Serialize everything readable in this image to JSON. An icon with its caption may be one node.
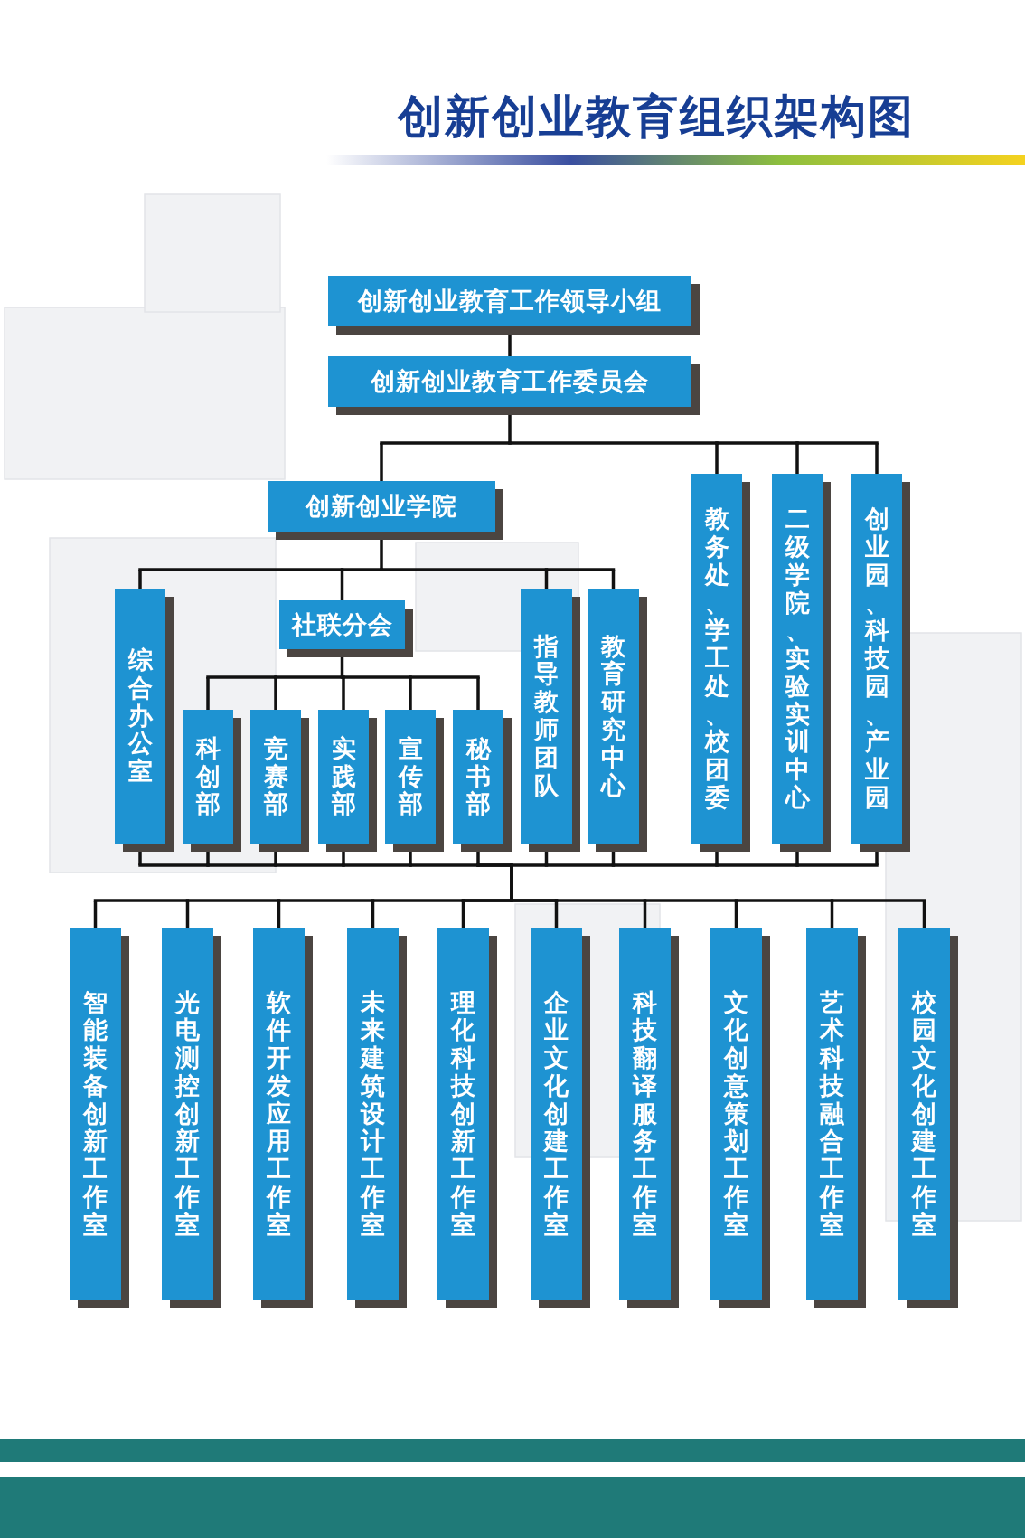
{
  "diagram": {
    "title": "创新创业教育组织架构图",
    "nodes": [
      {
        "text": [
          "创新创业教育工作领导小组"
        ]
      },
      {
        "text": [
          "创新创业教育工作委员会"
        ]
      },
      {
        "text": [
          "创新创业学院"
        ]
      },
      {
        "text": [
          "教务处、学工处、校团委"
        ]
      },
      {
        "text": [
          "二级学院、实验实训中心"
        ]
      },
      {
        "text": [
          "创业园、科技园、产业园"
        ]
      },
      {
        "text": [
          "综合办公室"
        ]
      },
      {
        "text": [
          "社联分会"
        ]
      },
      {
        "text": [
          "科创部"
        ]
      },
      {
        "text": [
          "竞赛部"
        ]
      },
      {
        "text": [
          "实践部"
        ]
      },
      {
        "text": [
          "宣传部"
        ]
      },
      {
        "text": [
          "秘书部"
        ]
      },
      {
        "text": [
          "指导教师团队"
        ]
      },
      {
        "text": [
          "教育研究中心"
        ]
      },
      {
        "text": [
          "智能装备创新工作室"
        ]
      },
      {
        "text": [
          "光电测控创新工作室"
        ]
      },
      {
        "text": [
          "软件开发应用工作室"
        ]
      },
      {
        "text": [
          "未来建筑设计工作室"
        ]
      },
      {
        "text": [
          "理化科技创新工作室"
        ]
      },
      {
        "text": [
          "企业文化创建工作室"
        ]
      },
      {
        "text": [
          "科技翻译服务工作室"
        ]
      },
      {
        "text": [
          "文化创意策划工作室"
        ]
      },
      {
        "text": [
          "艺术科技融合工作室"
        ]
      },
      {
        "text": [
          "校园文化创建工作室"
        ]
      }
    ],
    "edges": [
      {
        "from": 0,
        "to": 1,
        "arrow": "none"
      },
      {
        "from": 1,
        "to": 2,
        "arrow": "none"
      },
      {
        "from": 1,
        "to": 3,
        "arrow": "none"
      },
      {
        "from": 1,
        "to": 4,
        "arrow": "none"
      },
      {
        "from": 1,
        "to": 5,
        "arrow": "none"
      },
      {
        "from": 2,
        "to": 6,
        "arrow": "none"
      },
      {
        "from": 2,
        "to": 7,
        "arrow": "none"
      },
      {
        "from": 2,
        "to": 13,
        "arrow": "none"
      },
      {
        "from": 2,
        "to": 14,
        "arrow": "none"
      },
      {
        "from": 7,
        "to": 8,
        "arrow": "none"
      },
      {
        "from": 7,
        "to": 9,
        "arrow": "none"
      },
      {
        "from": 7,
        "to": 10,
        "arrow": "none"
      },
      {
        "from": 7,
        "to": 11,
        "arrow": "none"
      },
      {
        "from": 7,
        "to": 12,
        "arrow": "none"
      },
      {
        "from": 6,
        "to": 15,
        "arrow": "none"
      },
      {
        "from": 6,
        "to": 16,
        "arrow": "none"
      },
      {
        "from": 6,
        "to": 17,
        "arrow": "none"
      },
      {
        "from": 6,
        "to": 18,
        "arrow": "none"
      },
      {
        "from": 6,
        "to": 19,
        "arrow": "none"
      },
      {
        "from": 6,
        "to": 20,
        "arrow": "none"
      },
      {
        "from": 6,
        "to": 21,
        "arrow": "none"
      },
      {
        "from": 6,
        "to": 22,
        "arrow": "none"
      },
      {
        "from": 6,
        "to": 23,
        "arrow": "none"
      },
      {
        "from": 6,
        "to": 24,
        "arrow": "none"
      },
      {
        "from": 8,
        "to": 15,
        "arrow": "none"
      },
      {
        "from": 8,
        "to": 16,
        "arrow": "none"
      },
      {
        "from": 8,
        "to": 17,
        "arrow": "none"
      },
      {
        "from": 8,
        "to": 18,
        "arrow": "none"
      },
      {
        "from": 8,
        "to": 19,
        "arrow": "none"
      },
      {
        "from": 8,
        "to": 20,
        "arrow": "none"
      },
      {
        "from": 8,
        "to": 21,
        "arrow": "none"
      },
      {
        "from": 8,
        "to": 22,
        "arrow": "none"
      },
      {
        "from": 8,
        "to": 23,
        "arrow": "none"
      },
      {
        "from": 8,
        "to": 24,
        "arrow": "none"
      },
      {
        "from": 9,
        "to": 15,
        "arrow": "none"
      },
      {
        "from": 9,
        "to": 16,
        "arrow": "none"
      },
      {
        "from": 9,
        "to": 17,
        "arrow": "none"
      },
      {
        "from": 9,
        "to": 18,
        "arrow": "none"
      },
      {
        "from": 9,
        "to": 19,
        "arrow": "none"
      },
      {
        "from": 9,
        "to": 20,
        "arrow": "none"
      },
      {
        "from": 9,
        "to": 21,
        "arrow": "none"
      },
      {
        "from": 9,
        "to": 22,
        "arrow": "none"
      },
      {
        "from": 9,
        "to": 23,
        "arrow": "none"
      },
      {
        "from": 9,
        "to": 24,
        "arrow": "none"
      },
      {
        "from": 10,
        "to": 15,
        "arrow": "none"
      },
      {
        "from": 10,
        "to": 16,
        "arrow": "none"
      },
      {
        "from": 10,
        "to": 17,
        "arrow": "none"
      },
      {
        "from": 10,
        "to": 18,
        "arrow": "none"
      },
      {
        "from": 10,
        "to": 19,
        "arrow": "none"
      },
      {
        "from": 10,
        "to": 20,
        "arrow": "none"
      },
      {
        "from": 10,
        "to": 21,
        "arrow": "none"
      },
      {
        "from": 10,
        "to": 22,
        "arrow": "none"
      },
      {
        "from": 10,
        "to": 23,
        "arrow": "none"
      },
      {
        "from": 10,
        "to": 24,
        "arrow": "none"
      },
      {
        "from": 11,
        "to": 15,
        "arrow": "none"
      },
      {
        "from": 11,
        "to": 16,
        "arrow": "none"
      },
      {
        "from": 11,
        "to": 17,
        "arrow": "none"
      },
      {
        "from": 11,
        "to": 18,
        "arrow": "none"
      },
      {
        "from": 11,
        "to": 19,
        "arrow": "none"
      },
      {
        "from": 11,
        "to": 20,
        "arrow": "none"
      },
      {
        "from": 11,
        "to": 21,
        "arrow": "none"
      },
      {
        "from": 11,
        "to": 22,
        "arrow": "none"
      },
      {
        "from": 11,
        "to": 23,
        "arrow": "none"
      },
      {
        "from": 11,
        "to": 24,
        "arrow": "none"
      },
      {
        "from": 12,
        "to": 15,
        "arrow": "none"
      },
      {
        "from": 12,
        "to": 16,
        "arrow": "none"
      },
      {
        "from": 12,
        "to": 17,
        "arrow": "none"
      },
      {
        "from": 12,
        "to": 18,
        "arrow": "none"
      },
      {
        "from": 12,
        "to": 19,
        "arrow": "none"
      },
      {
        "from": 12,
        "to": 20,
        "arrow": "none"
      },
      {
        "from": 12,
        "to": 21,
        "arrow": "none"
      },
      {
        "from": 12,
        "to": 22,
        "arrow": "none"
      },
      {
        "from": 12,
        "to": 23,
        "arrow": "none"
      },
      {
        "from": 12,
        "to": 24,
        "arrow": "none"
      },
      {
        "from": 13,
        "to": 15,
        "arrow": "none"
      },
      {
        "from": 13,
        "to": 16,
        "arrow": "none"
      },
      {
        "from": 13,
        "to": 17,
        "arrow": "none"
      },
      {
        "from": 13,
        "to": 18,
        "arrow": "none"
      },
      {
        "from": 13,
        "to": 19,
        "arrow": "none"
      },
      {
        "from": 13,
        "to": 20,
        "arrow": "none"
      },
      {
        "from": 13,
        "to": 21,
        "arrow": "none"
      },
      {
        "from": 13,
        "to": 22,
        "arrow": "none"
      },
      {
        "from": 13,
        "to": 23,
        "arrow": "none"
      },
      {
        "from": 13,
        "to": 24,
        "arrow": "none"
      },
      {
        "from": 14,
        "to": 15,
        "arrow": "none"
      },
      {
        "from": 14,
        "to": 16,
        "arrow": "none"
      },
      {
        "from": 14,
        "to": 17,
        "arrow": "none"
      },
      {
        "from": 14,
        "to": 18,
        "arrow": "none"
      },
      {
        "from": 14,
        "to": 19,
        "arrow": "none"
      },
      {
        "from": 14,
        "to": 20,
        "arrow": "none"
      },
      {
        "from": 14,
        "to": 21,
        "arrow": "none"
      },
      {
        "from": 14,
        "to": 22,
        "arrow": "none"
      },
      {
        "from": 14,
        "to": 23,
        "arrow": "none"
      },
      {
        "from": 14,
        "to": 24,
        "arrow": "none"
      },
      {
        "from": 3,
        "to": 15,
        "arrow": "none"
      },
      {
        "from": 3,
        "to": 16,
        "arrow": "none"
      },
      {
        "from": 3,
        "to": 17,
        "arrow": "none"
      },
      {
        "from": 3,
        "to": 18,
        "arrow": "none"
      },
      {
        "from": 3,
        "to": 19,
        "arrow": "none"
      },
      {
        "from": 3,
        "to": 20,
        "arrow": "none"
      },
      {
        "from": 3,
        "to": 21,
        "arrow": "none"
      },
      {
        "from": 3,
        "to": 22,
        "arrow": "none"
      },
      {
        "from": 3,
        "to": 23,
        "arrow": "none"
      },
      {
        "from": 3,
        "to": 24,
        "arrow": "none"
      },
      {
        "from": 4,
        "to": 15,
        "arrow": "none"
      },
      {
        "from": 4,
        "to": 16,
        "arrow": "none"
      },
      {
        "from": 4,
        "to": 17,
        "arrow": "none"
      },
      {
        "from": 4,
        "to": 18,
        "arrow": "none"
      },
      {
        "from": 4,
        "to": 19,
        "arrow": "none"
      },
      {
        "from": 4,
        "to": 20,
        "arrow": "none"
      },
      {
        "from": 4,
        "to": 21,
        "arrow": "none"
      },
      {
        "from": 4,
        "to": 22,
        "arrow": "none"
      },
      {
        "from": 4,
        "to": 23,
        "arrow": "none"
      },
      {
        "from": 4,
        "to": 24,
        "arrow": "none"
      },
      {
        "from": 5,
        "to": 15,
        "arrow": "none"
      },
      {
        "from": 5,
        "to": 16,
        "arrow": "none"
      },
      {
        "from": 5,
        "to": 17,
        "arrow": "none"
      },
      {
        "from": 5,
        "to": 18,
        "arrow": "none"
      },
      {
        "from": 5,
        "to": 19,
        "arrow": "none"
      },
      {
        "from": 5,
        "to": 20,
        "arrow": "none"
      },
      {
        "from": 5,
        "to": 21,
        "arrow": "none"
      },
      {
        "from": 5,
        "to": 22,
        "arrow": "none"
      },
      {
        "from": 5,
        "to": 23,
        "arrow": "none"
      },
      {
        "from": 5,
        "to": 24,
        "arrow": "none"
      }
    ]
  }
}
